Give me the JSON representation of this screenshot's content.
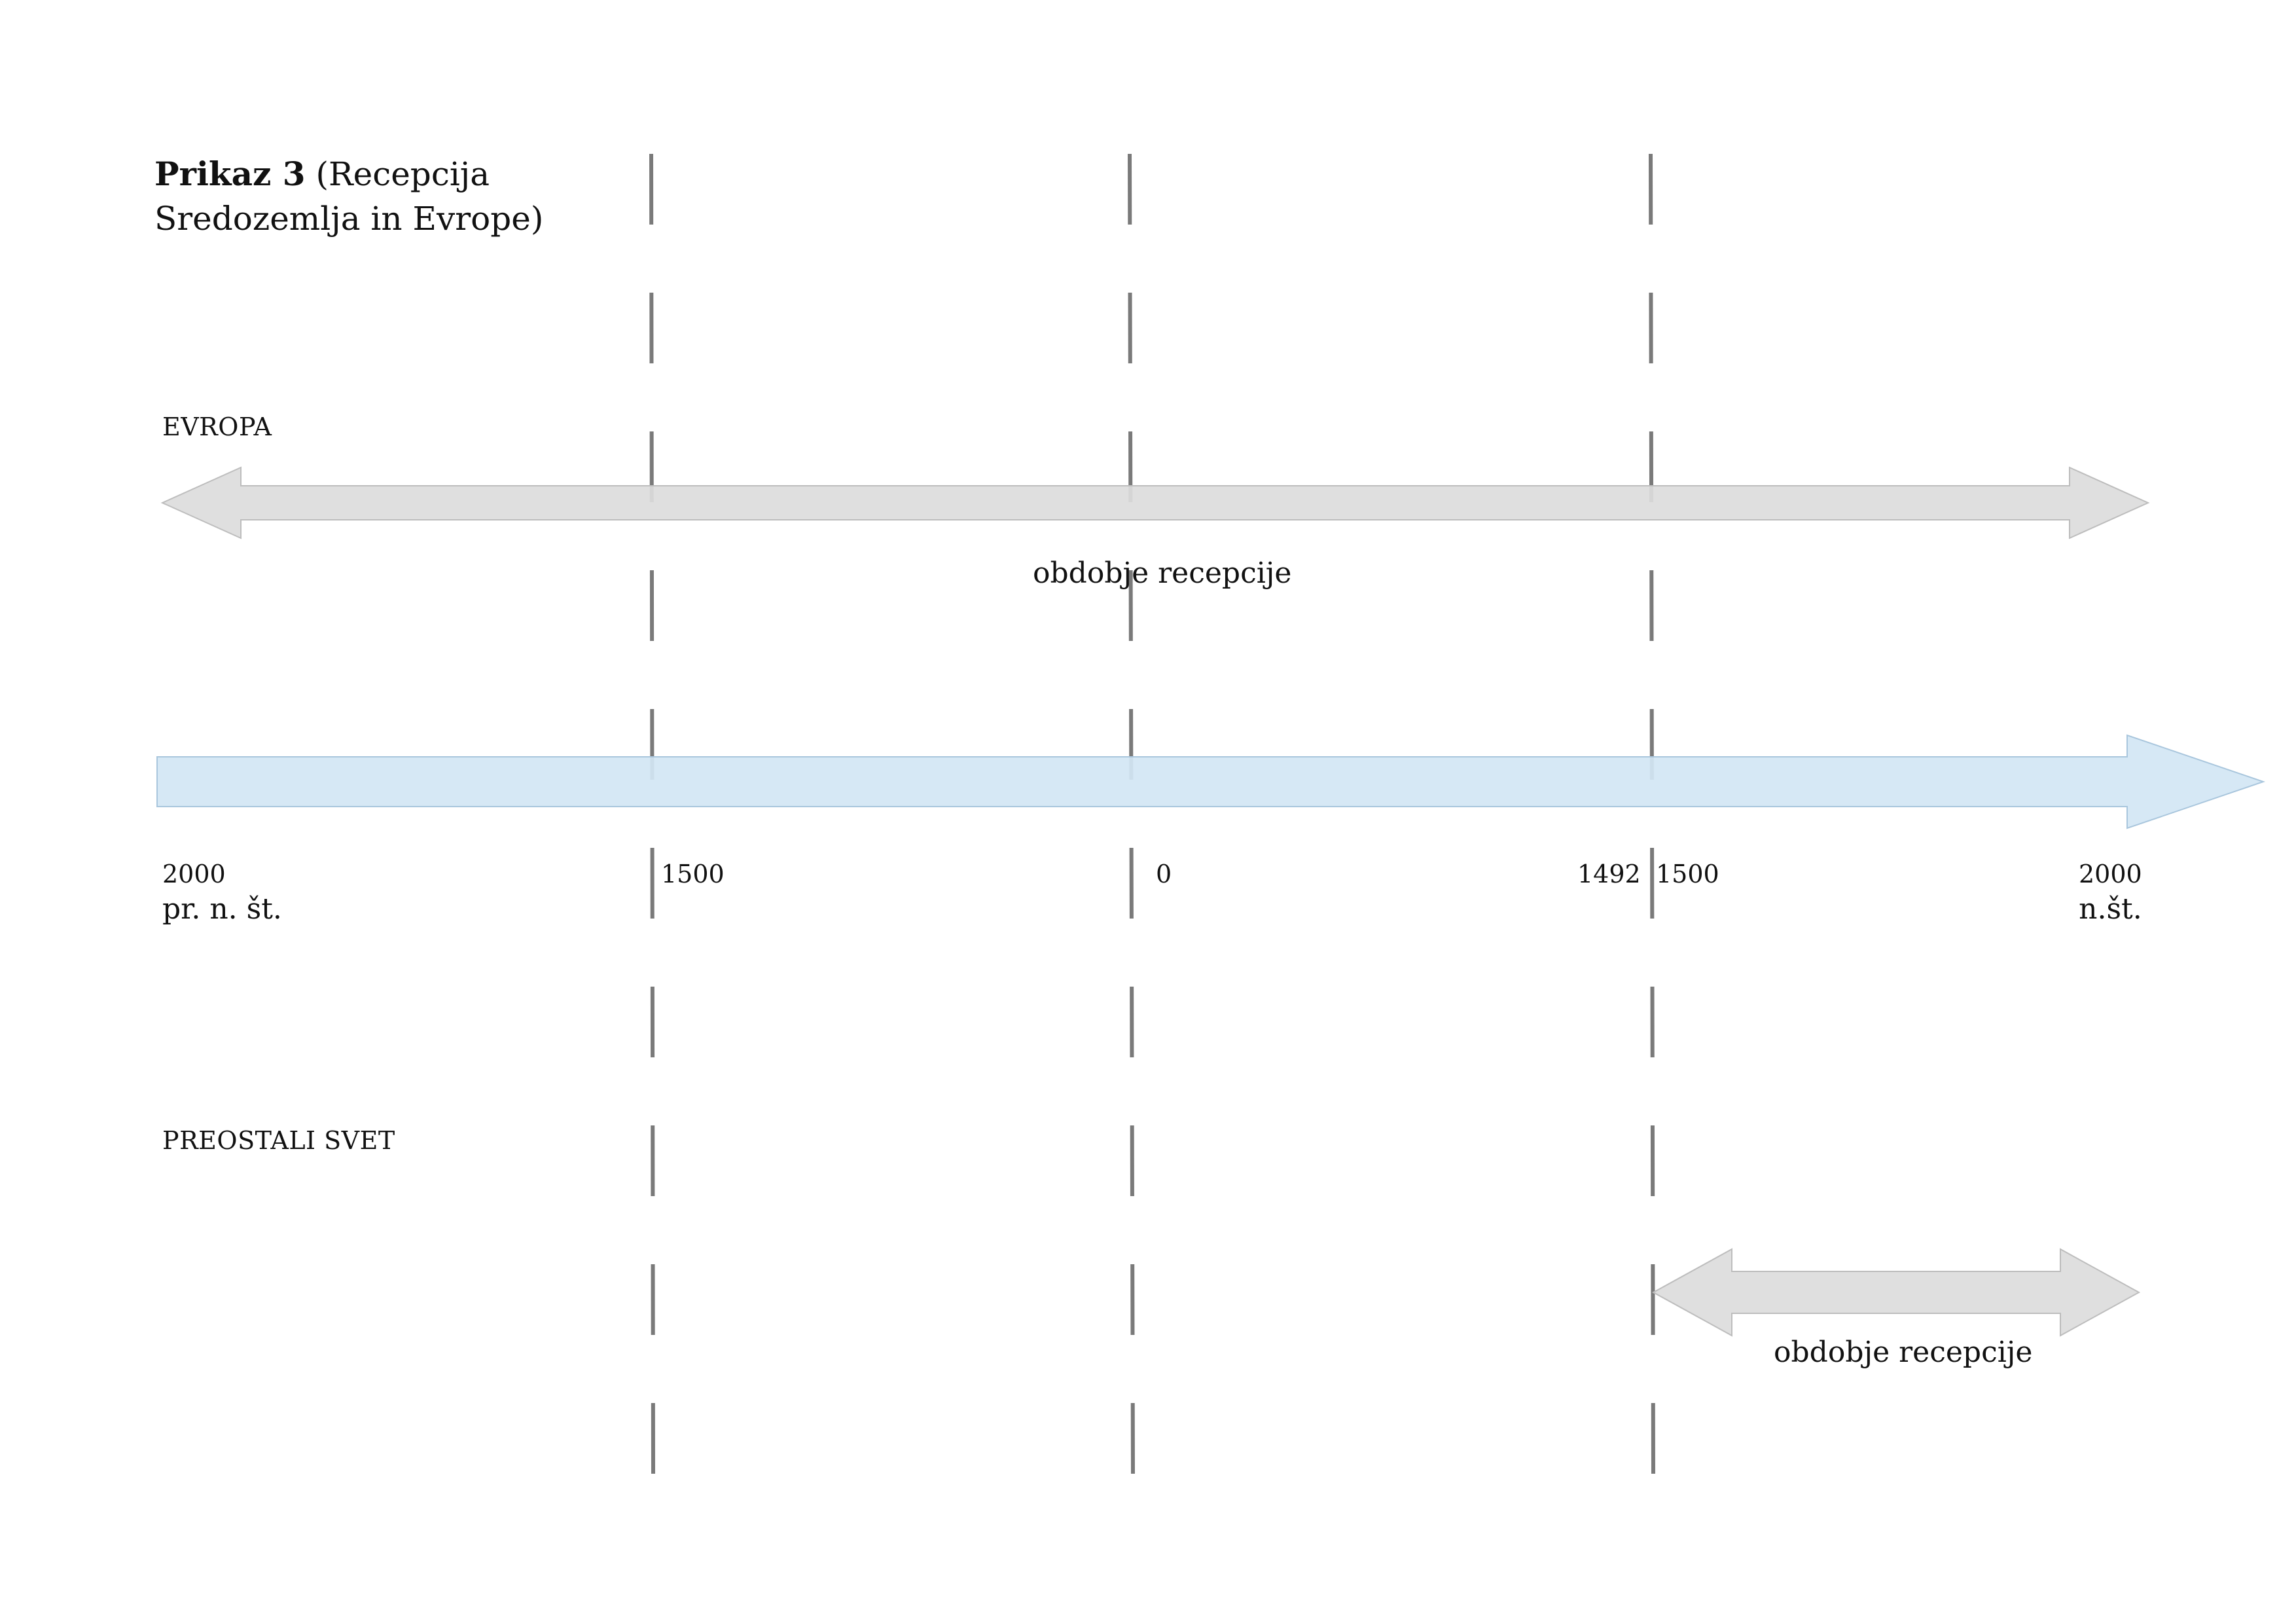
{
  "title": {
    "bold": "Prikaz 3",
    "rest": " (Recepcija",
    "line2": "Sredozemlja in Evrope)"
  },
  "sections": {
    "europe": {
      "label": "EVROPA",
      "period_label": "obdobje recepcije"
    },
    "rest_of_world": {
      "label": "PREOSTALI SVET",
      "period_label": "obdobje recepcije"
    }
  },
  "timeline": {
    "labels": {
      "start_year": "2000",
      "start_era": "pr. n. št.",
      "bc1500": "1500",
      "zero": "0",
      "y1492": "1492",
      "ad1500": "1500",
      "end_year": "2000",
      "end_era": "n.št."
    }
  },
  "colors": {
    "timeline_fill": "#d2e6f4",
    "timeline_stroke": "#a9c6dd",
    "period_arrow_fill": "#dcdcdc",
    "period_arrow_stroke": "#bdbdbd",
    "dashed_line": "#7a7a7a"
  }
}
